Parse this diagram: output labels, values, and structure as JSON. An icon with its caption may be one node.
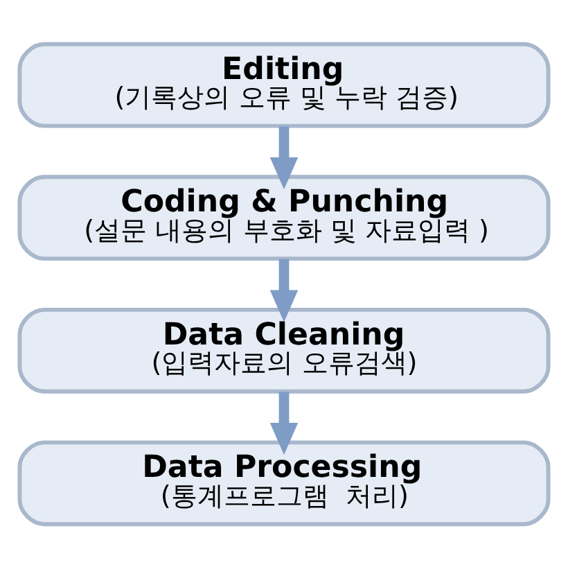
{
  "diagram": {
    "nodes": [
      {
        "text": [
          "Editing",
          "(기록상의 오류 및 누락 검증)"
        ]
      },
      {
        "text": [
          "Coding & Punching",
          "(설문 내용의 부호화 및 자료입력 )"
        ]
      },
      {
        "text": [
          "Data Cleaning",
          "(입력자료의 오류검색)"
        ]
      },
      {
        "text": [
          "Data Processing",
          "(통계프로그램  처리)"
        ]
      }
    ],
    "edges": [
      {
        "from": 0,
        "to": 1,
        "arrow": "to"
      },
      {
        "from": 1,
        "to": 2,
        "arrow": "to"
      },
      {
        "from": 2,
        "to": 3,
        "arrow": "to"
      }
    ]
  }
}
